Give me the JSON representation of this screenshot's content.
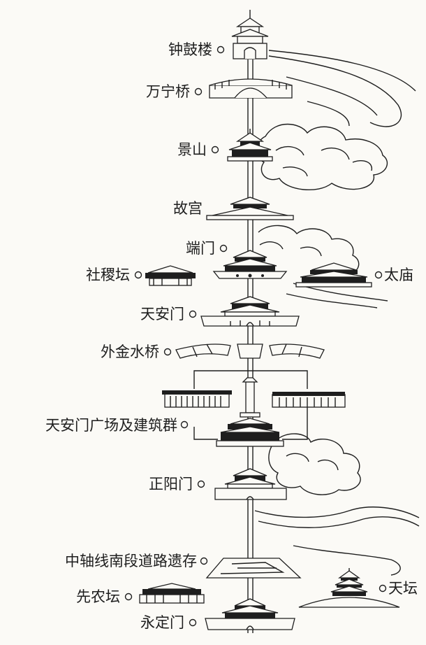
{
  "landmarks": {
    "bell_drum_tower": "钟鼓楼",
    "wanning_bridge": "万宁桥",
    "jingshan": "景山",
    "forbidden_city": "故宫",
    "duanmen": "端门",
    "shejitan": "社稷坛",
    "taimiao": "太庙",
    "tiananmen": "天安门",
    "outer_jinshui_bridge": "外金水桥",
    "tiananmen_square": "天安门广场及建筑群",
    "zhengyangmen": "正阳门",
    "south_road_remains": "中轴线南段道路遗存",
    "xiannongtan": "先农坛",
    "tiantan": "天坛",
    "yongdingmen": "永定门"
  }
}
